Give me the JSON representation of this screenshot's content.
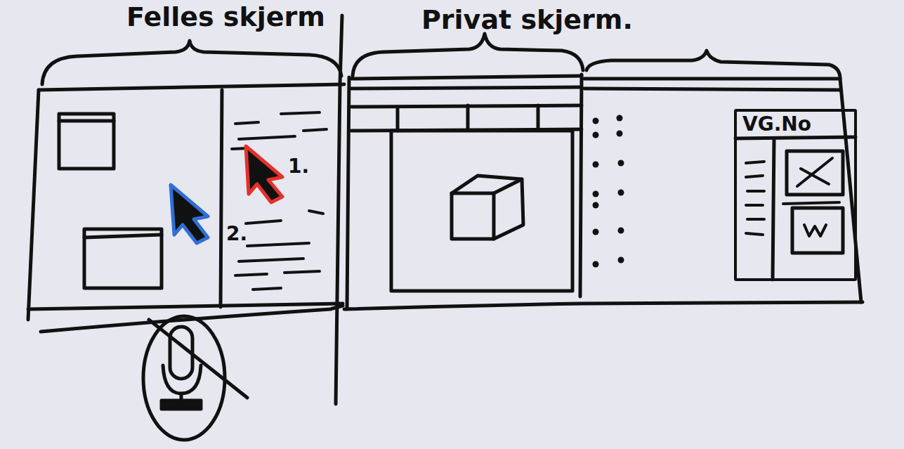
{
  "diagram": {
    "nodes": [
      {
        "text": [
          "VG.No"
        ]
      }
    ],
    "labels": [
      "Felles skjerm",
      "Privat skjerm.",
      "1.",
      "2."
    ]
  }
}
